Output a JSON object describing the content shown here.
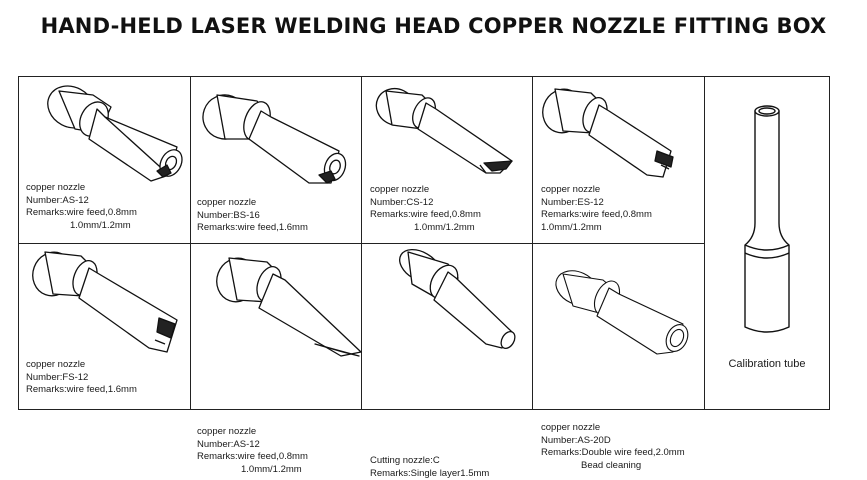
{
  "title": "HAND-HELD LASER WELDING HEAD COPPER NOZZLE FITTING BOX",
  "items": [
    {
      "type": "copper nozzle",
      "number": "Number:AS-12",
      "remarks": "Remarks:wire feed,0.8mm",
      "remarks2": "1.0mm/1.2mm"
    },
    {
      "type": "copper nozzle",
      "number": "Number:BS-16",
      "remarks": "Remarks:wire feed,1.6mm",
      "remarks2": ""
    },
    {
      "type": "copper nozzle",
      "number": "Number:CS-12",
      "remarks": "Remarks:wire feed,0.8mm",
      "remarks2": "1.0mm/1.2mm"
    },
    {
      "type": "copper nozzle",
      "number": "Number:ES-12",
      "remarks": "Remarks:wire feed,0.8mm",
      "remarks2": "1.0mm/1.2mm"
    },
    {
      "type": "copper nozzle",
      "number": "Number:FS-12",
      "remarks": "Remarks:wire feed,1.6mm",
      "remarks2": ""
    },
    {
      "type": "copper nozzle",
      "number": "Number:AS-12",
      "remarks": "Remarks:wire feed,0.8mm",
      "remarks2": "1.0mm/1.2mm"
    },
    {
      "type": "",
      "number": "Cutting nozzle:C",
      "remarks": "Remarks:Single layer1.5mm",
      "remarks2": ""
    },
    {
      "type": "copper nozzle",
      "number": "Number:AS-20D",
      "remarks": "Remarks:Double wire feed,2.0mm",
      "remarks2": "Bead cleaning"
    }
  ],
  "calibration_label": "Calibration tube"
}
